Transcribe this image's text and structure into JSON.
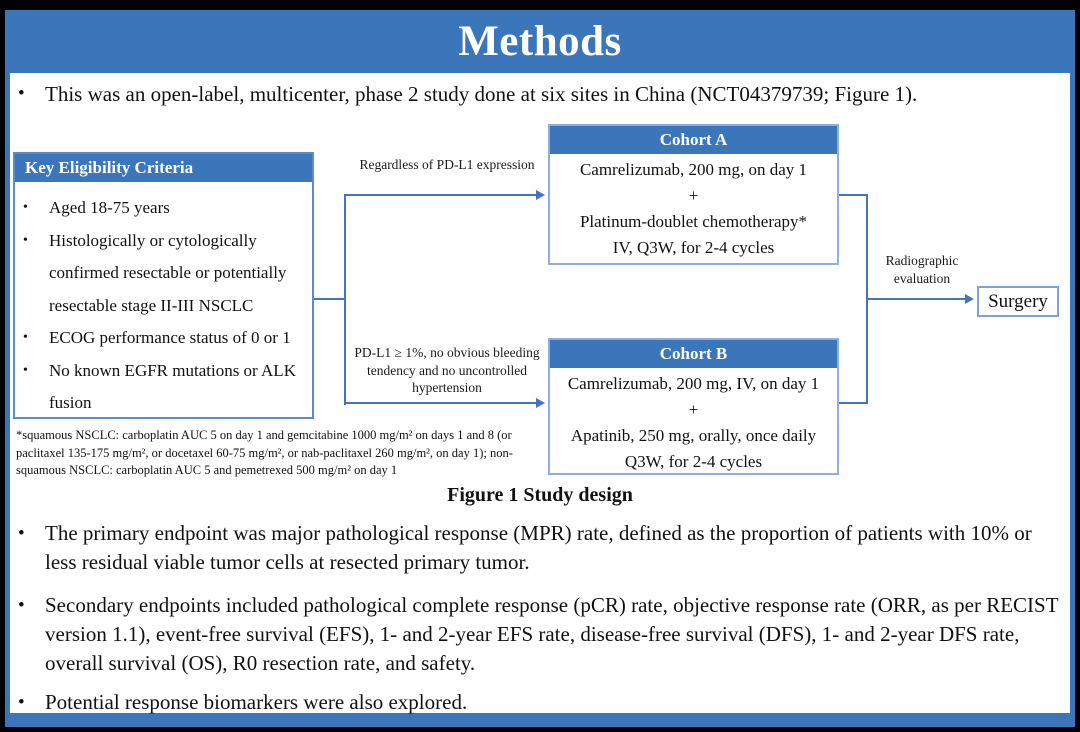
{
  "title": "Methods",
  "glyphs": {
    "bullet": "•"
  },
  "colors": {
    "bar_blue": "#3B76BB",
    "line_blue": "#4472C4",
    "box_border_light": "#8FAEDC",
    "text": "#111111",
    "frame_black": "#000000"
  },
  "intro_bullet": "This was an open-label, multicenter, phase 2 study done at six sites in China (NCT04379739; Figure 1).",
  "figure": {
    "caption": "Figure 1 Study design",
    "eligibility": {
      "header": "Key Eligibility Criteria",
      "items": [
        "Aged 18-75 years",
        "Histologically or cytologically confirmed resectable or potentially resectable stage II-III NSCLC",
        "ECOG performance status of 0 or 1",
        "No known EGFR mutations or ALK fusion"
      ]
    },
    "branch_a_label": "Regardless of PD-L1 expression",
    "branch_b_label": "PD-L1 ≥ 1%, no obvious bleeding tendency and no uncontrolled hypertension",
    "cohort_a": {
      "header": "Cohort A",
      "lines": [
        "Camrelizumab, 200 mg, on day 1",
        "+",
        "Platinum-doublet chemotherapy*",
        "IV, Q3W, for 2-4 cycles"
      ]
    },
    "cohort_b": {
      "header": "Cohort B",
      "lines": [
        "Camrelizumab, 200 mg, IV, on day 1",
        "+",
        "Apatinib, 250 mg, orally, once daily",
        "Q3W, for 2-4 cycles"
      ]
    },
    "evaluation_label": "Radiographic evaluation",
    "surgery_label": "Surgery",
    "footnote": "*squamous NSCLC: carboplatin AUC 5 on day 1 and gemcitabine 1000 mg/m² on days 1 and 8 (or paclitaxel 135-175 mg/m², or docetaxel 60-75 mg/m², or nab-paclitaxel 260 mg/m², on day 1); non-squamous NSCLC: carboplatin AUC 5 and pemetrexed 500 mg/m² on day 1"
  },
  "bullets": [
    {
      "text": "The primary endpoint was major pathological response (MPR) rate, defined as the proportion of patients with 10% or less residual viable tumor cells at resected primary tumor."
    },
    {
      "text": "Secondary endpoints included pathological complete response (pCR) rate, objective response rate (ORR, as per RECIST version 1.1), event-free survival (EFS), 1- and 2-year EFS rate, disease-free survival (DFS), 1- and 2-year DFS rate, overall survival (OS), R0 resection rate, and safety."
    },
    {
      "text": "Potential response biomarkers were also explored."
    }
  ]
}
